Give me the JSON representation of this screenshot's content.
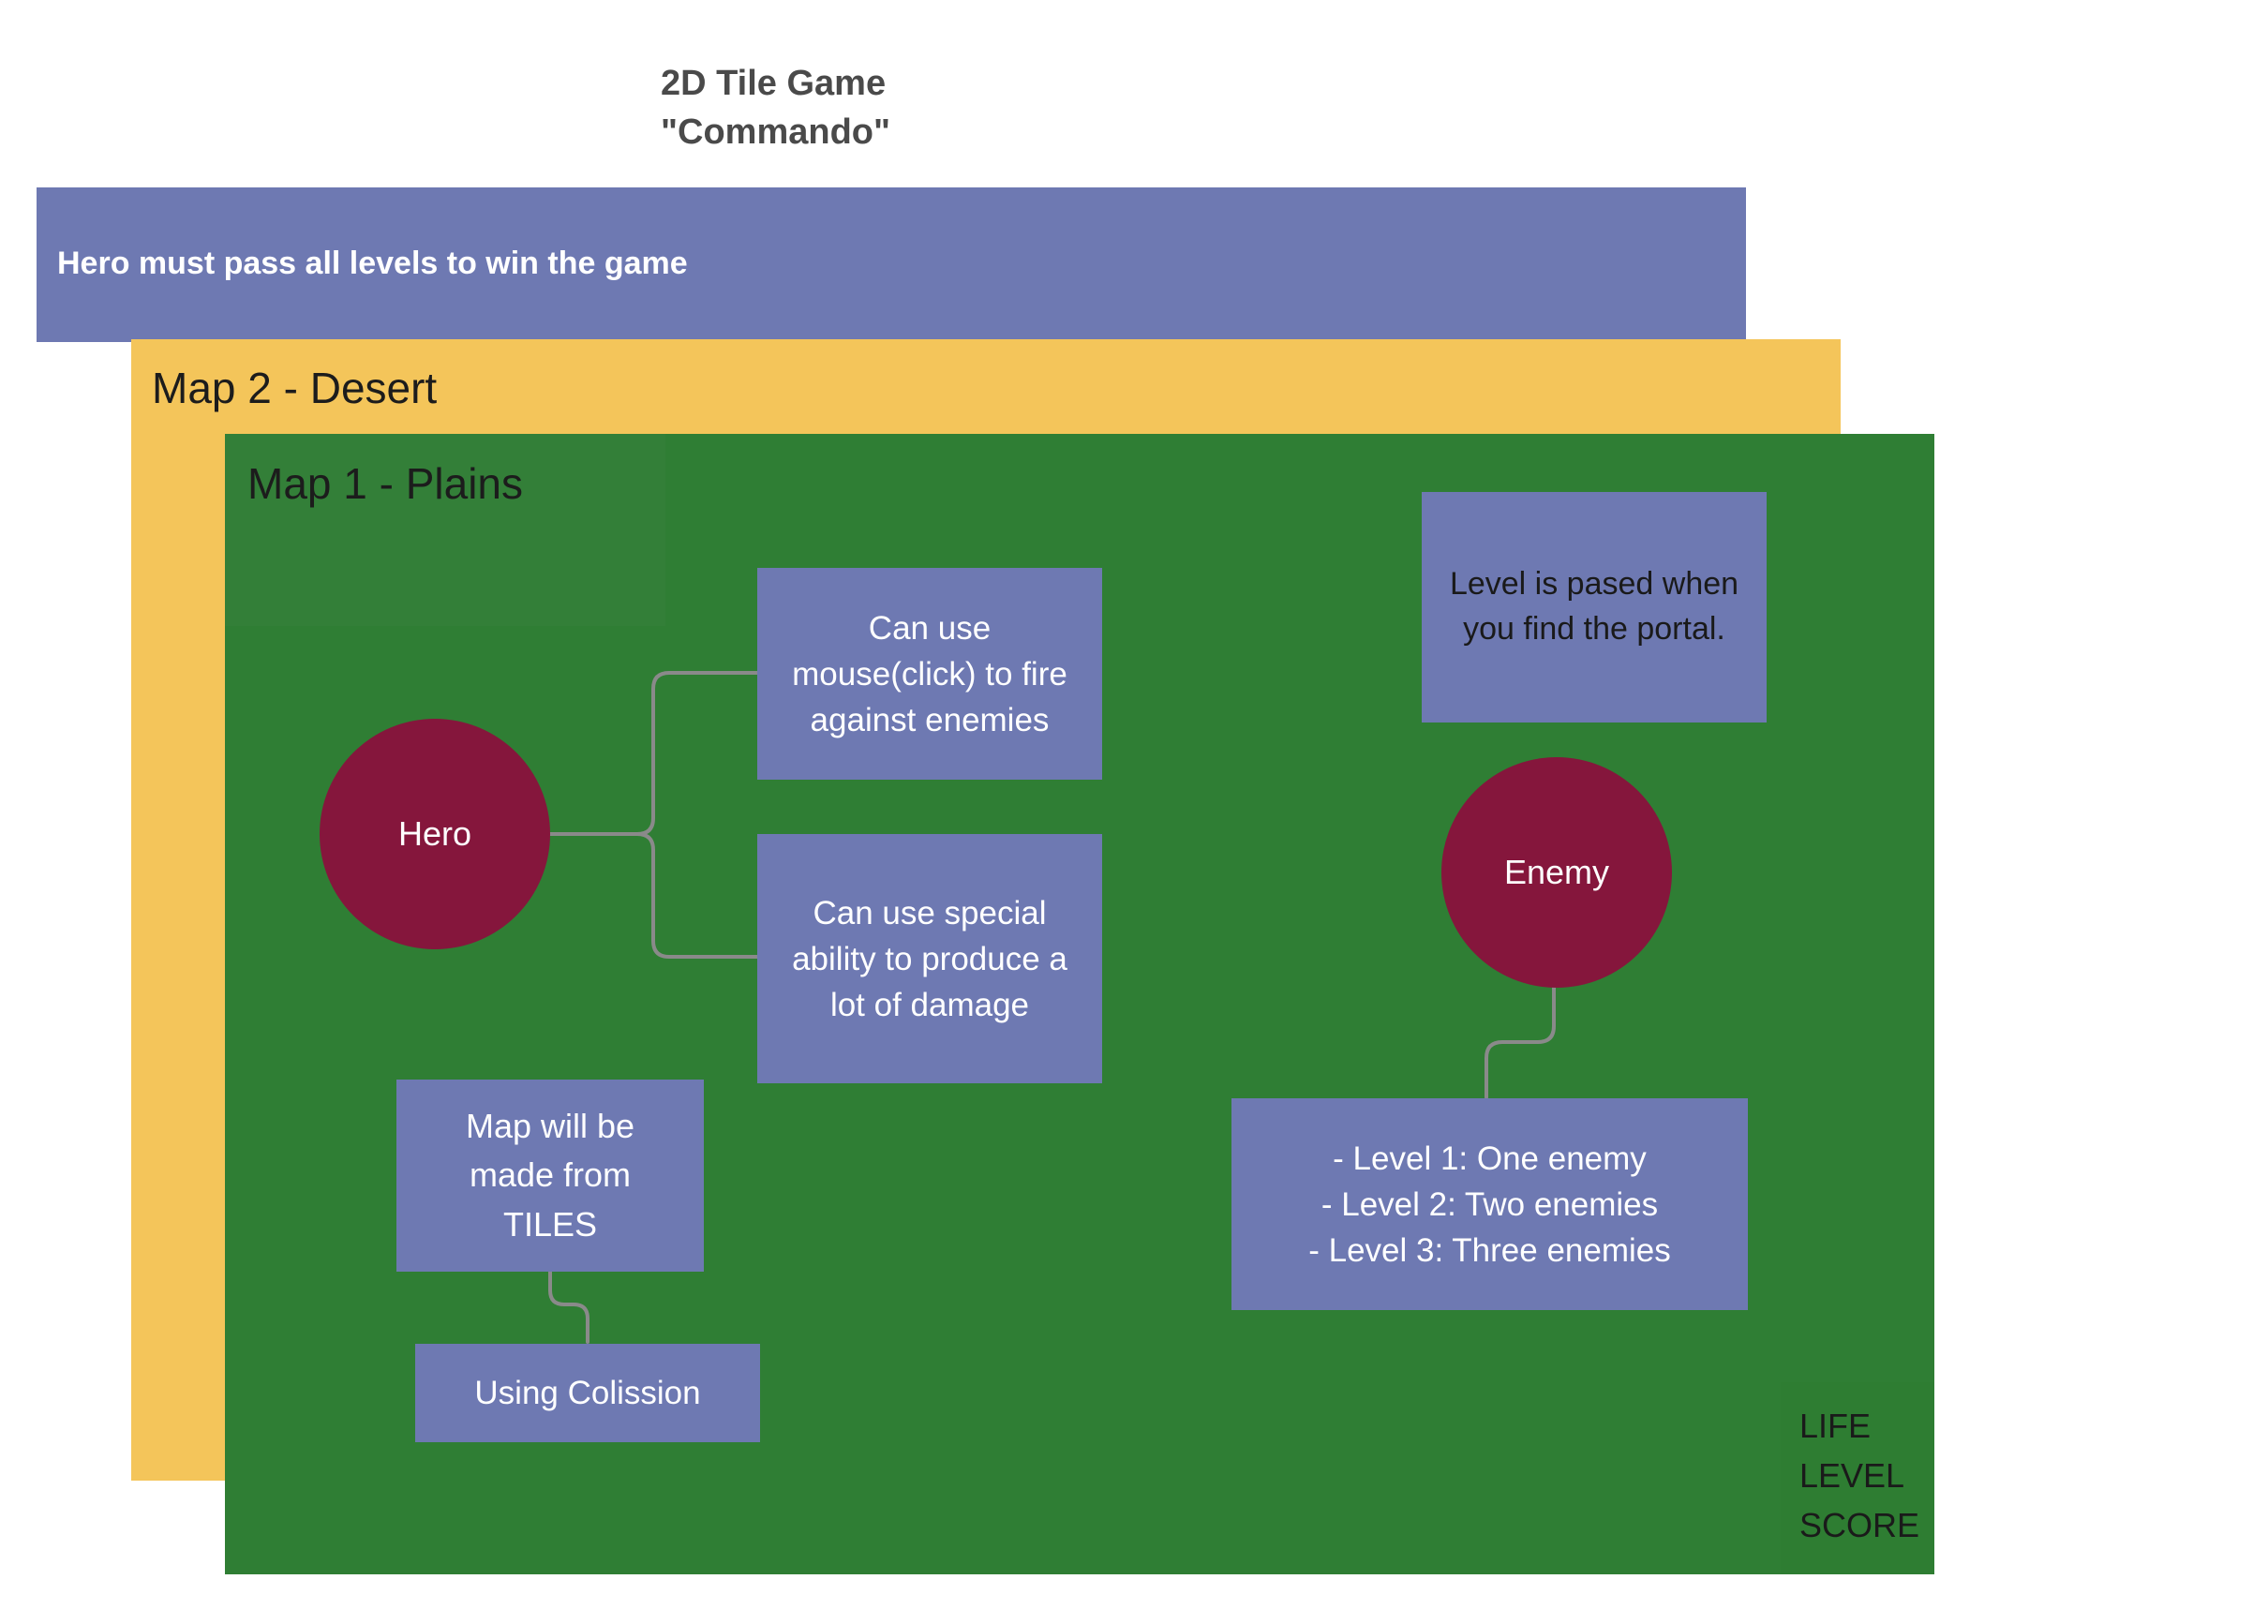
{
  "title": {
    "line1": "2D Tile Game",
    "line2": "\"Commando\""
  },
  "banner": {
    "text": "Hero must pass all levels to win the game"
  },
  "map2": {
    "title": "Map 2 - Desert"
  },
  "map1": {
    "title": "Map 1 - Plains"
  },
  "nodes": {
    "hero": "Hero",
    "enemy": "Enemy",
    "fire": "Can use\nmouse(click) to fire\nagainst enemies",
    "special": "Can use special\nability to produce a\nlot of damage",
    "portal": "Level is pased when\nyou find the portal.",
    "levels": "- Level 1: One enemy\n- Level 2: Two enemies\n- Level 3: Three enemies",
    "tiles": "Map will be\nmade from\nTILES",
    "collision": "Using Colission"
  },
  "hud": {
    "life": "LIFE",
    "level": "LEVEL",
    "score": "SCORE"
  },
  "colors": {
    "banner": "#6e79b2",
    "desert": "#f4c55a",
    "plains": "#2f7e34",
    "card": "#6e79b2",
    "circle": "#85163c",
    "connector": "#8a8a8a"
  }
}
